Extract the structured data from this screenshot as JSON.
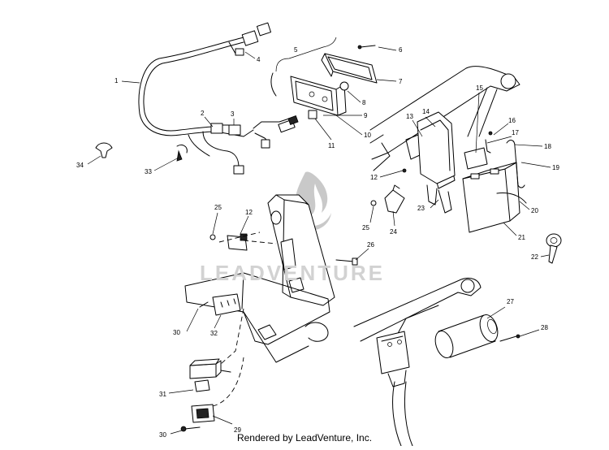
{
  "watermark": {
    "text": "LEADVENTURE"
  },
  "footer": {
    "credit": "Rendered by LeadVenture, Inc."
  },
  "callouts": [
    {
      "id": "1",
      "label": "1"
    },
    {
      "id": "2",
      "label": "2"
    },
    {
      "id": "3",
      "label": "3"
    },
    {
      "id": "4",
      "label": "4"
    },
    {
      "id": "5",
      "label": "5"
    },
    {
      "id": "6",
      "label": "6"
    },
    {
      "id": "7",
      "label": "7"
    },
    {
      "id": "8",
      "label": "8"
    },
    {
      "id": "9",
      "label": "9"
    },
    {
      "id": "10",
      "label": "10"
    },
    {
      "id": "11",
      "label": "11"
    },
    {
      "id": "12a",
      "label": "12"
    },
    {
      "id": "12b",
      "label": "12"
    },
    {
      "id": "13",
      "label": "13"
    },
    {
      "id": "14",
      "label": "14"
    },
    {
      "id": "15",
      "label": "15"
    },
    {
      "id": "16",
      "label": "16"
    },
    {
      "id": "17",
      "label": "17"
    },
    {
      "id": "18",
      "label": "18"
    },
    {
      "id": "19",
      "label": "19"
    },
    {
      "id": "20",
      "label": "20"
    },
    {
      "id": "21",
      "label": "21"
    },
    {
      "id": "22",
      "label": "22"
    },
    {
      "id": "23",
      "label": "23"
    },
    {
      "id": "24",
      "label": "24"
    },
    {
      "id": "25a",
      "label": "25"
    },
    {
      "id": "25b",
      "label": "25"
    },
    {
      "id": "26",
      "label": "26"
    },
    {
      "id": "27",
      "label": "27"
    },
    {
      "id": "28",
      "label": "28"
    },
    {
      "id": "29",
      "label": "29"
    },
    {
      "id": "30a",
      "label": "30"
    },
    {
      "id": "30b",
      "label": "30"
    },
    {
      "id": "31",
      "label": "31"
    },
    {
      "id": "32",
      "label": "32"
    },
    {
      "id": "33",
      "label": "33"
    },
    {
      "id": "34",
      "label": "34"
    }
  ]
}
